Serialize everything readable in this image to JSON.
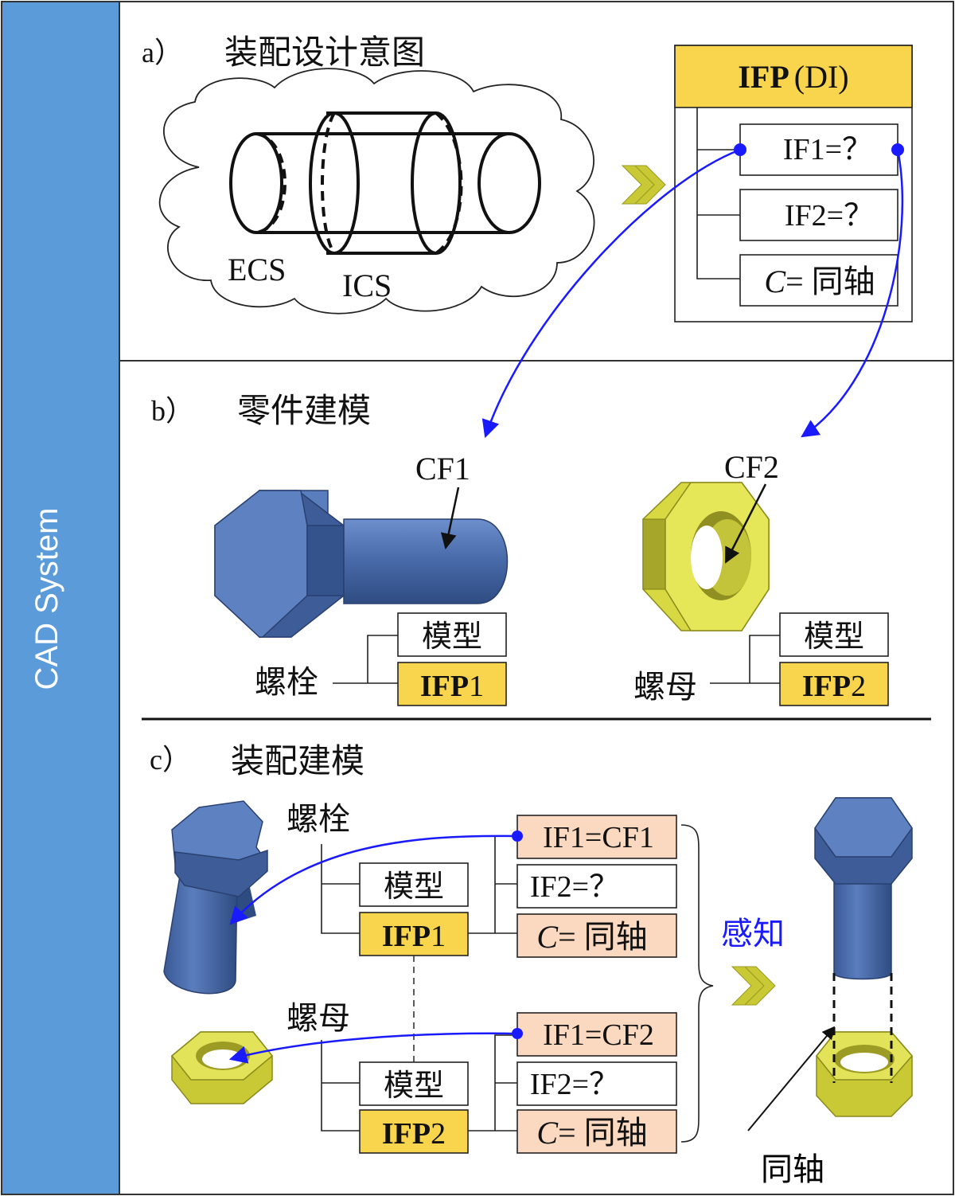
{
  "sidebar": {
    "label": "CAD System",
    "color": "#5b9bd9"
  },
  "colors": {
    "bolt": "#4c6fae",
    "nut": "#c9c936",
    "ifp_header": "#f9d44d",
    "pink_box": "#fbd9c0",
    "arrow": "#1a1aff"
  },
  "panel_a": {
    "label": "a）",
    "title": "装配设计意图",
    "ecs": "ECS",
    "ics": "ICS",
    "ifp_title_bold": "IFP",
    "ifp_title_rest": "(DI)",
    "if1": "IF1=？",
    "if2": "IF2=？",
    "c_italic": "C",
    "c_rest": "= 同轴"
  },
  "panel_b": {
    "label": "b）",
    "title": "零件建模",
    "cf1": "CF1",
    "cf2": "CF2",
    "bolt_name": "螺栓",
    "nut_name": "螺母",
    "model1": "模型",
    "model2": "模型",
    "ifp1_bold": "IFP",
    "ifp1_num": "1",
    "ifp2_bold": "IFP",
    "ifp2_num": "2"
  },
  "panel_c": {
    "label": "c）",
    "title": "装配建模",
    "bolt_name": "螺栓",
    "nut_name": "螺母",
    "model1": "模型",
    "model2": "模型",
    "ifp1_bold": "IFP",
    "ifp1_num": "1",
    "ifp2_bold": "IFP",
    "ifp2_num": "2",
    "bolt_if1": "IF1=CF1",
    "bolt_if2": "IF2=？",
    "nut_if1": "IF1=CF2",
    "nut_if2": "IF2=？",
    "c_italic": "C",
    "c_rest": "= 同轴",
    "perceive": "感知",
    "coaxial": "同轴"
  }
}
